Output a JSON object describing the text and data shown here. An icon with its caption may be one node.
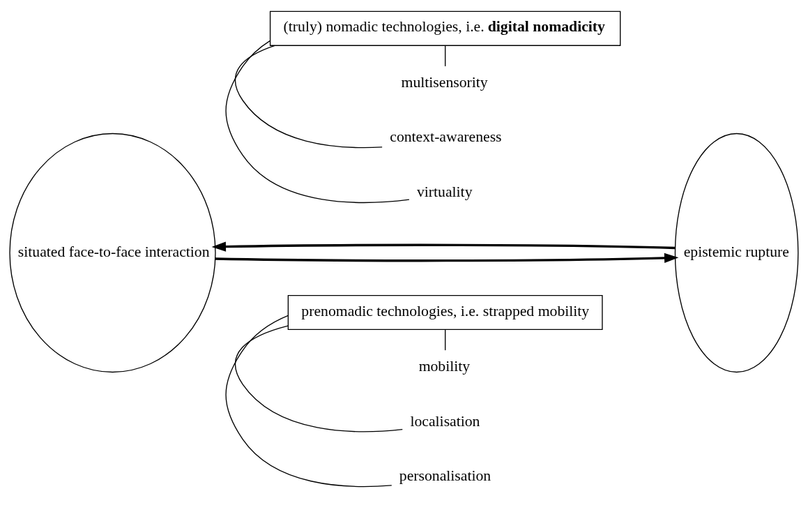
{
  "diagram": {
    "nodes": [
      {
        "text": [
          "situated face-to-face interaction"
        ]
      },
      {
        "text": [
          "epistemic rupture"
        ]
      },
      {
        "text": [
          "prenomadic technologies, i.e. strapped mobility"
        ]
      },
      {
        "text": [
          "(truly) nomadic technologies, i.e. **digital nomadicity**"
        ]
      },
      {
        "text": [
          "mobility"
        ]
      },
      {
        "text": [
          "localisation"
        ]
      },
      {
        "text": [
          "personalisation"
        ]
      },
      {
        "text": [
          "multisensority"
        ]
      },
      {
        "text": [
          "context-awareness"
        ]
      },
      {
        "text": [
          "virtuality"
        ]
      }
    ],
    "edges": [
      {
        "from": 0,
        "to": 1,
        "arrow": "to",
        "style": "thick"
      },
      {
        "from": 1,
        "to": 0,
        "arrow": "to",
        "style": "thick"
      },
      {
        "from": 4,
        "to": 2,
        "arrow": "none"
      },
      {
        "from": 5,
        "to": 2,
        "arrow": "none"
      },
      {
        "from": 6,
        "to": 2,
        "arrow": "none"
      },
      {
        "from": 7,
        "to": 3,
        "arrow": "none"
      },
      {
        "from": 8,
        "to": 3,
        "arrow": "none"
      },
      {
        "from": 9,
        "to": 3,
        "arrow": "none"
      }
    ]
  }
}
